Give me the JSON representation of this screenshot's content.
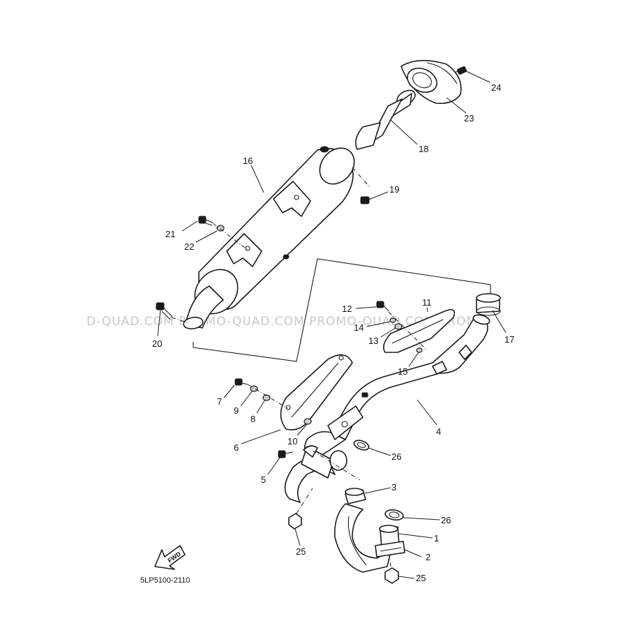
{
  "diagram": {
    "code": "5LP5100-2110",
    "watermark": "D-QUAD.COM      PROMO-QUAD.COM      PROMO-QUAD.COM      PROMO",
    "fwd_label": "FWD",
    "callouts": {
      "c1": "1",
      "c2": "2",
      "c3": "3",
      "c4": "4",
      "c5": "5",
      "c6": "6",
      "c7": "7",
      "c8": "8",
      "c9": "9",
      "c10": "10",
      "c11": "11",
      "c12": "12",
      "c13": "13",
      "c14": "14",
      "c15": "15",
      "c16": "16",
      "c17": "17",
      "c18": "18",
      "c19": "19",
      "c20": "20",
      "c21": "21",
      "c22": "22",
      "c23": "23",
      "c24": "24",
      "c25a": "25",
      "c25b": "25",
      "c26a": "26",
      "c26b": "26"
    }
  }
}
